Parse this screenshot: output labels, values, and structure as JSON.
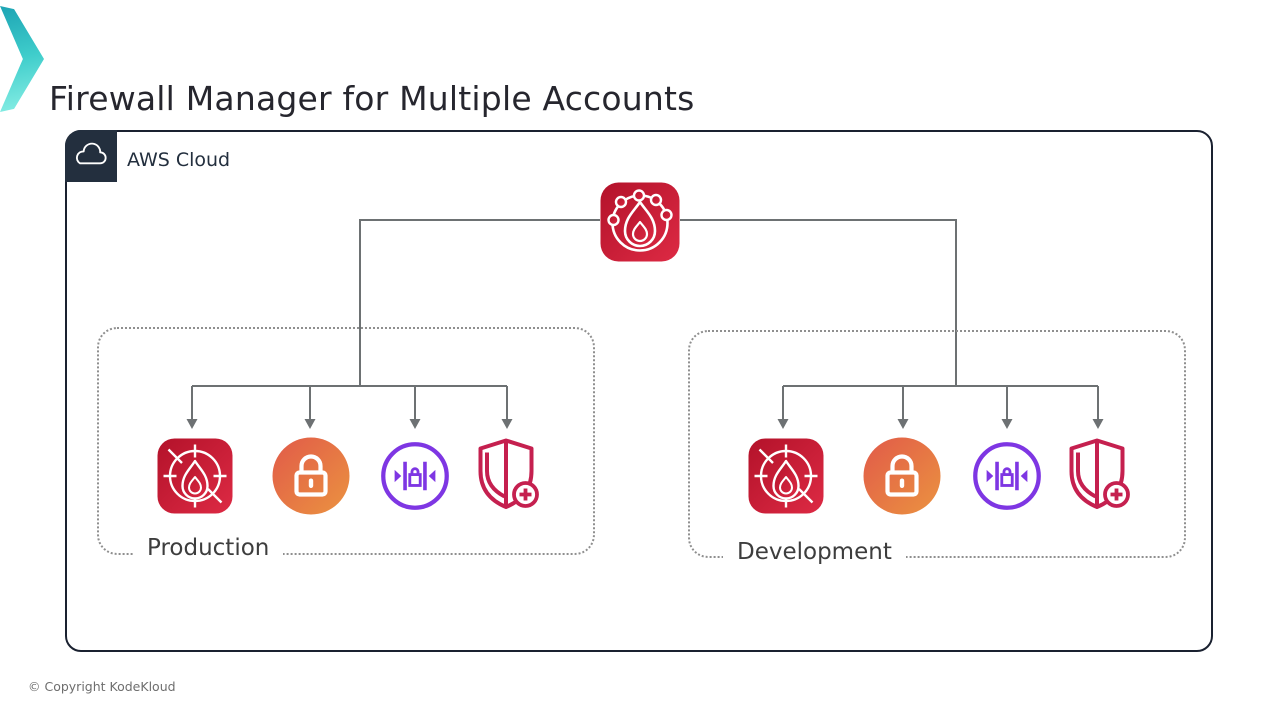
{
  "title": "Firewall Manager for Multiple Accounts",
  "aws_cloud": {
    "label": "AWS Cloud",
    "icon": "cloud-icon"
  },
  "manager": {
    "icon": "firewall-manager-icon"
  },
  "groups": [
    {
      "label": "Production",
      "icons": [
        "network-firewall-icon",
        "security-lock-icon",
        "firewall-policy-icon",
        "shield-advanced-icon"
      ]
    },
    {
      "label": "Development",
      "icons": [
        "network-firewall-icon",
        "security-lock-icon",
        "firewall-policy-icon",
        "shield-advanced-icon"
      ]
    }
  ],
  "footer": {
    "copyright": "© Copyright KodeKloud"
  },
  "colors": {
    "accent_teal": "#3ec9c9",
    "aws_dark": "#232f3e",
    "icon_red_dark": "#b3122a",
    "icon_red_light": "#dd2a44",
    "icon_orange_start": "#e15a49",
    "icon_orange_end": "#eb9340",
    "icon_purple": "#7e36e3",
    "icon_crimson": "#c5204f",
    "wire_gray": "#6d7173",
    "border_dark": "#1a2130",
    "dot_gray": "#8f8f8f"
  }
}
